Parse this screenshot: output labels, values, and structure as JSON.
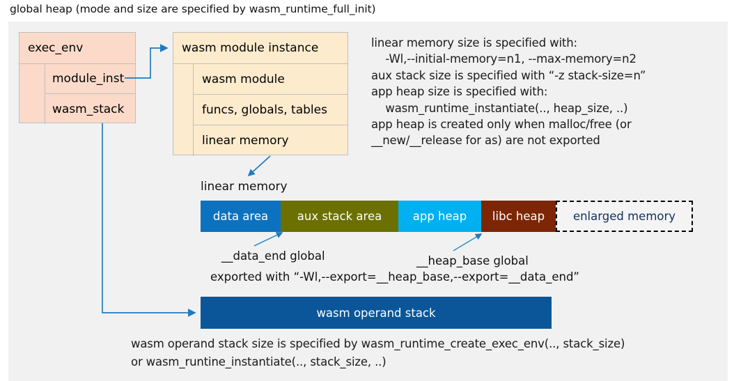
{
  "title": "global heap (mode and size are specified by wasm_runtime_full_init)",
  "colors": {
    "panel_bg": "#f1f1f1",
    "exec_env_fill": "#fbdac9",
    "module_instance_fill": "#fdebcd",
    "box_border": "#bfbfbf",
    "arrow": "#1f7bc1",
    "data_area": "#0c72bf",
    "aux_stack_area": "#6b7000",
    "app_heap": "#00b0f0",
    "libc_heap": "#7c2605",
    "enlarged_memory_fill": "#f4f4f4",
    "enlarged_memory_text": "#12305e",
    "operand_stack": "#0a5699"
  },
  "exec_env": {
    "header": "exec_env",
    "fields": [
      {
        "label": "module_inst"
      },
      {
        "label": "wasm_stack"
      }
    ]
  },
  "module_instance": {
    "header": "wasm module instance",
    "fields": [
      {
        "label": "wasm module"
      },
      {
        "label": "funcs, globals, tables"
      },
      {
        "label": "linear memory"
      }
    ]
  },
  "notes": "linear memory size is specified with:\n    -Wl,--initial-memory=n1, --max-memory=n2\naux stack size is specified with “-z stack-size=n”\napp heap size is specified with:\n    wasm_runtime_instantiate(.., heap_size, ..)\napp heap is created only when malloc/free (or\n__new/__release for as) are not exported",
  "linear_memory": {
    "caption": "linear memory",
    "segments": [
      {
        "label": "data area",
        "color": "#0c72bf",
        "width": 115
      },
      {
        "label": "aux stack area",
        "color": "#6b7000",
        "width": 169
      },
      {
        "label": "app heap",
        "color": "#00b0f0",
        "width": 119
      },
      {
        "label": "libc heap",
        "color": "#7c2605",
        "width": 107
      },
      {
        "label": "enlarged memory",
        "color": "#f4f4f4",
        "width": 197
      }
    ]
  },
  "annotations": {
    "data_end": "__data_end global",
    "heap_base": "__heap_base global",
    "exported_with": "exported with “-Wl,--export=__heap_base,--export=__data_end”"
  },
  "operand_stack": {
    "label": "wasm operand stack"
  },
  "footer_notes": "wasm operand stack size is specified by wasm_runtime_create_exec_env(.., stack_size)\nor wasm_runtine_instantiate(.., stack_size, ..)"
}
